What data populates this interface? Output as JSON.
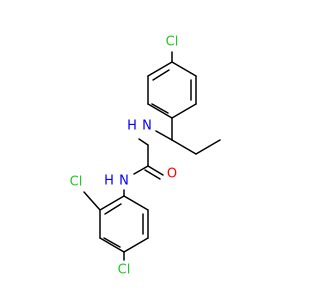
{
  "colors": {
    "background": "#ffffff",
    "bond": "#000000",
    "chlorine": "#1ec81e",
    "nitrogen": "#0000ff",
    "oxygen": "#ff0000"
  },
  "atoms": {
    "cl_top": "Cl",
    "nh_upper": "N",
    "h_upper": "H",
    "o": "O",
    "nh_lower": "N",
    "h_lower": "H",
    "cl_ortho": "Cl",
    "cl_para": "Cl"
  }
}
